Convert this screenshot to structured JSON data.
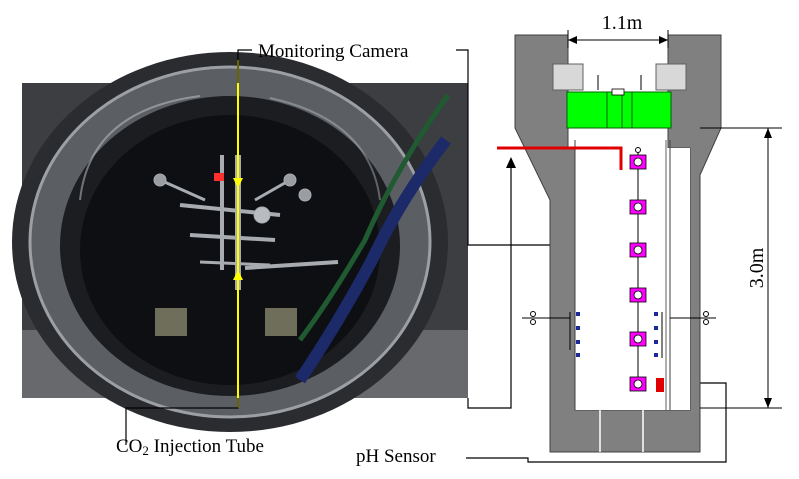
{
  "labels": {
    "camera": "Monitoring Camera",
    "injection_prefix": "CO",
    "injection_sub": "2",
    "injection_suffix": " Injection Tube",
    "ph_sensor": "pH Sensor",
    "width_dim": "1.1m",
    "height_dim": "3.0m"
  },
  "colors": {
    "annotation_yellow": "#ffff00",
    "lid_green": "#00ff00",
    "tube_red": "#e00000",
    "camera_magenta": "#ff00ff",
    "vessel_gray": "#808080",
    "sensor_blue": "#1a2a9a"
  }
}
